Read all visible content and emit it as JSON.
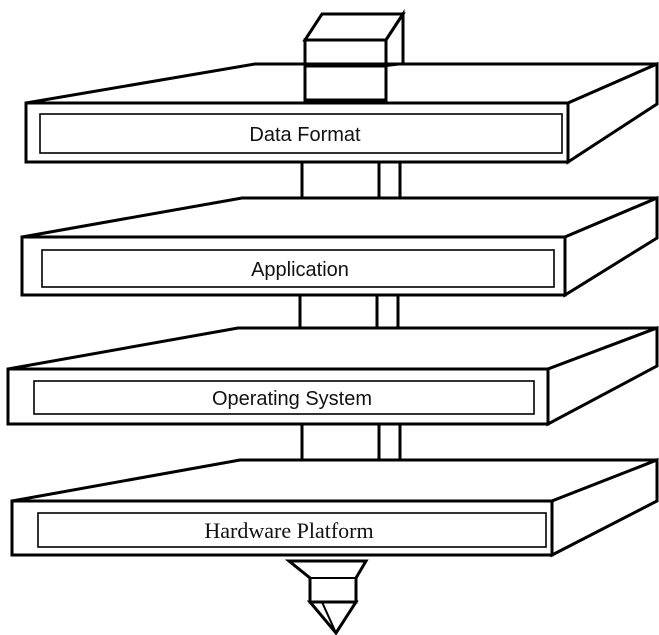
{
  "layers": [
    {
      "label": "Data Format"
    },
    {
      "label": "Application"
    },
    {
      "label": "Operating System"
    },
    {
      "label": "Hardware Platform"
    }
  ]
}
